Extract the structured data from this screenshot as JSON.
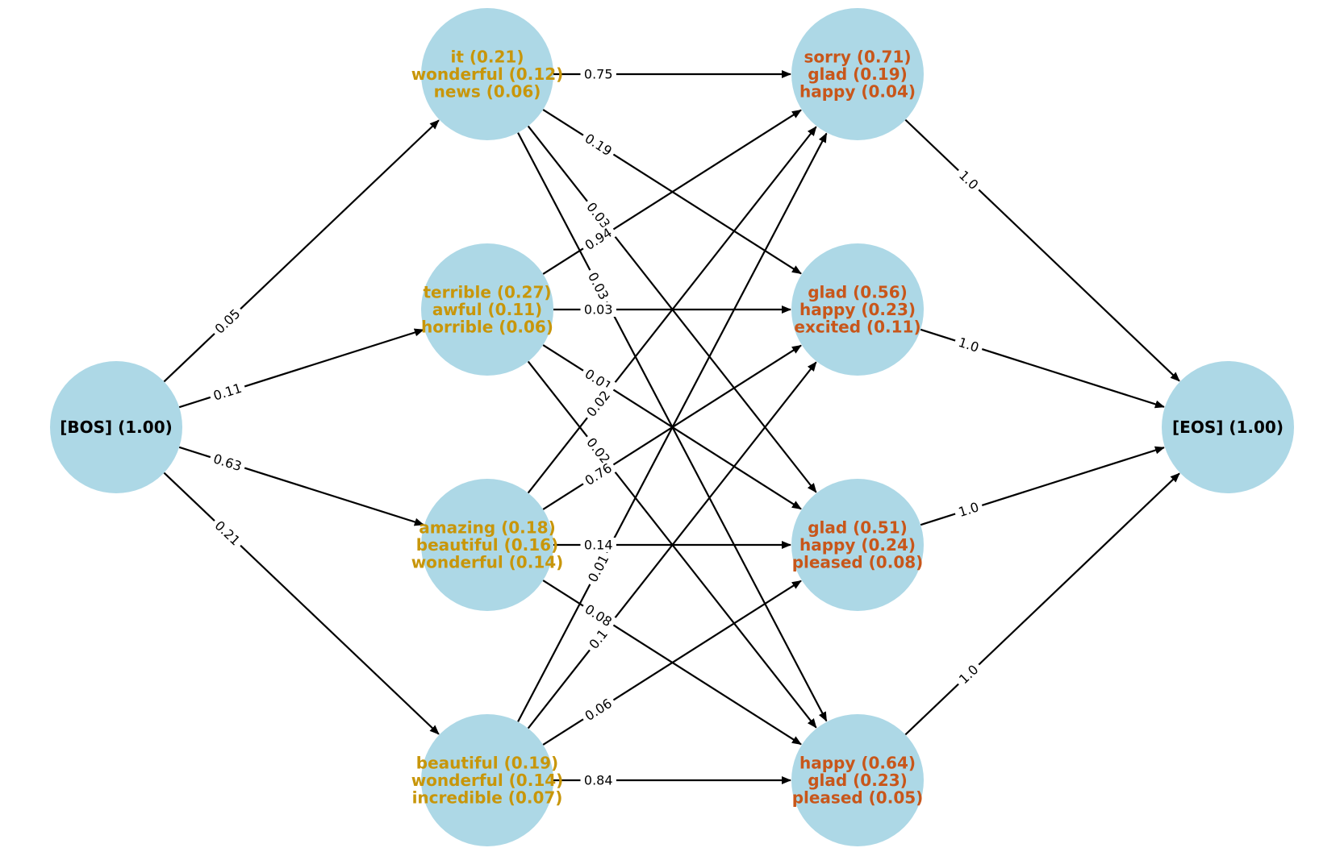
{
  "colors": {
    "node_fill": "#add8e6",
    "endpoint_text": "#000000",
    "layer1_text": "#c8960a",
    "layer2_text": "#c8561a",
    "edge": "#000000"
  },
  "nodes": [
    {
      "id": "bos",
      "lines": [
        "[BOS] (1.00)"
      ],
      "color": "#000000"
    },
    {
      "id": "l1-0",
      "lines": [
        "it (0.21)",
        "wonderful (0.12)",
        "news (0.06)"
      ],
      "color": "#c8960a"
    },
    {
      "id": "l1-1",
      "lines": [
        "terrible (0.27)",
        "awful (0.11)",
        "horrible (0.06)"
      ],
      "color": "#c8960a"
    },
    {
      "id": "l1-2",
      "lines": [
        "amazing (0.18)",
        "beautiful (0.16)",
        "wonderful (0.14)"
      ],
      "color": "#c8960a"
    },
    {
      "id": "l1-3",
      "lines": [
        "beautiful (0.19)",
        "wonderful (0.14)",
        "incredible (0.07)"
      ],
      "color": "#c8960a"
    },
    {
      "id": "l2-0",
      "lines": [
        "sorry (0.71)",
        "glad (0.19)",
        "happy (0.04)"
      ],
      "color": "#c8561a"
    },
    {
      "id": "l2-1",
      "lines": [
        "glad (0.56)",
        "happy (0.23)",
        "excited (0.11)"
      ],
      "color": "#c8561a"
    },
    {
      "id": "l2-2",
      "lines": [
        "glad (0.51)",
        "happy (0.24)",
        "pleased (0.08)"
      ],
      "color": "#c8561a"
    },
    {
      "id": "l2-3",
      "lines": [
        "happy (0.64)",
        "glad (0.23)",
        "pleased (0.05)"
      ],
      "color": "#c8561a"
    },
    {
      "id": "eos",
      "lines": [
        "[EOS] (1.00)"
      ],
      "color": "#000000"
    }
  ],
  "edges": [
    {
      "from": "bos",
      "to": "l1-0",
      "label": "0.05"
    },
    {
      "from": "bos",
      "to": "l1-1",
      "label": "0.11"
    },
    {
      "from": "bos",
      "to": "l1-2",
      "label": "0.63"
    },
    {
      "from": "bos",
      "to": "l1-3",
      "label": "0.21"
    },
    {
      "from": "l1-0",
      "to": "l2-0",
      "label": "0.75"
    },
    {
      "from": "l1-0",
      "to": "l2-1",
      "label": "0.19"
    },
    {
      "from": "l1-0",
      "to": "l2-2",
      "label": "0.03"
    },
    {
      "from": "l1-0",
      "to": "l2-3",
      "label": "0.03"
    },
    {
      "from": "l1-1",
      "to": "l2-0",
      "label": "0.94"
    },
    {
      "from": "l1-1",
      "to": "l2-1",
      "label": "0.03"
    },
    {
      "from": "l1-1",
      "to": "l2-2",
      "label": "0.01"
    },
    {
      "from": "l1-1",
      "to": "l2-3",
      "label": "0.02"
    },
    {
      "from": "l1-2",
      "to": "l2-0",
      "label": "0.02"
    },
    {
      "from": "l1-2",
      "to": "l2-1",
      "label": "0.76"
    },
    {
      "from": "l1-2",
      "to": "l2-2",
      "label": "0.14"
    },
    {
      "from": "l1-2",
      "to": "l2-3",
      "label": "0.08"
    },
    {
      "from": "l1-3",
      "to": "l2-0",
      "label": "0.01"
    },
    {
      "from": "l1-3",
      "to": "l2-1",
      "label": "0.1"
    },
    {
      "from": "l1-3",
      "to": "l2-2",
      "label": "0.06"
    },
    {
      "from": "l1-3",
      "to": "l2-3",
      "label": "0.84"
    },
    {
      "from": "l2-0",
      "to": "eos",
      "label": "1.0"
    },
    {
      "from": "l2-1",
      "to": "eos",
      "label": "1.0"
    },
    {
      "from": "l2-2",
      "to": "eos",
      "label": "1.0"
    },
    {
      "from": "l2-3",
      "to": "eos",
      "label": "1.0"
    }
  ]
}
